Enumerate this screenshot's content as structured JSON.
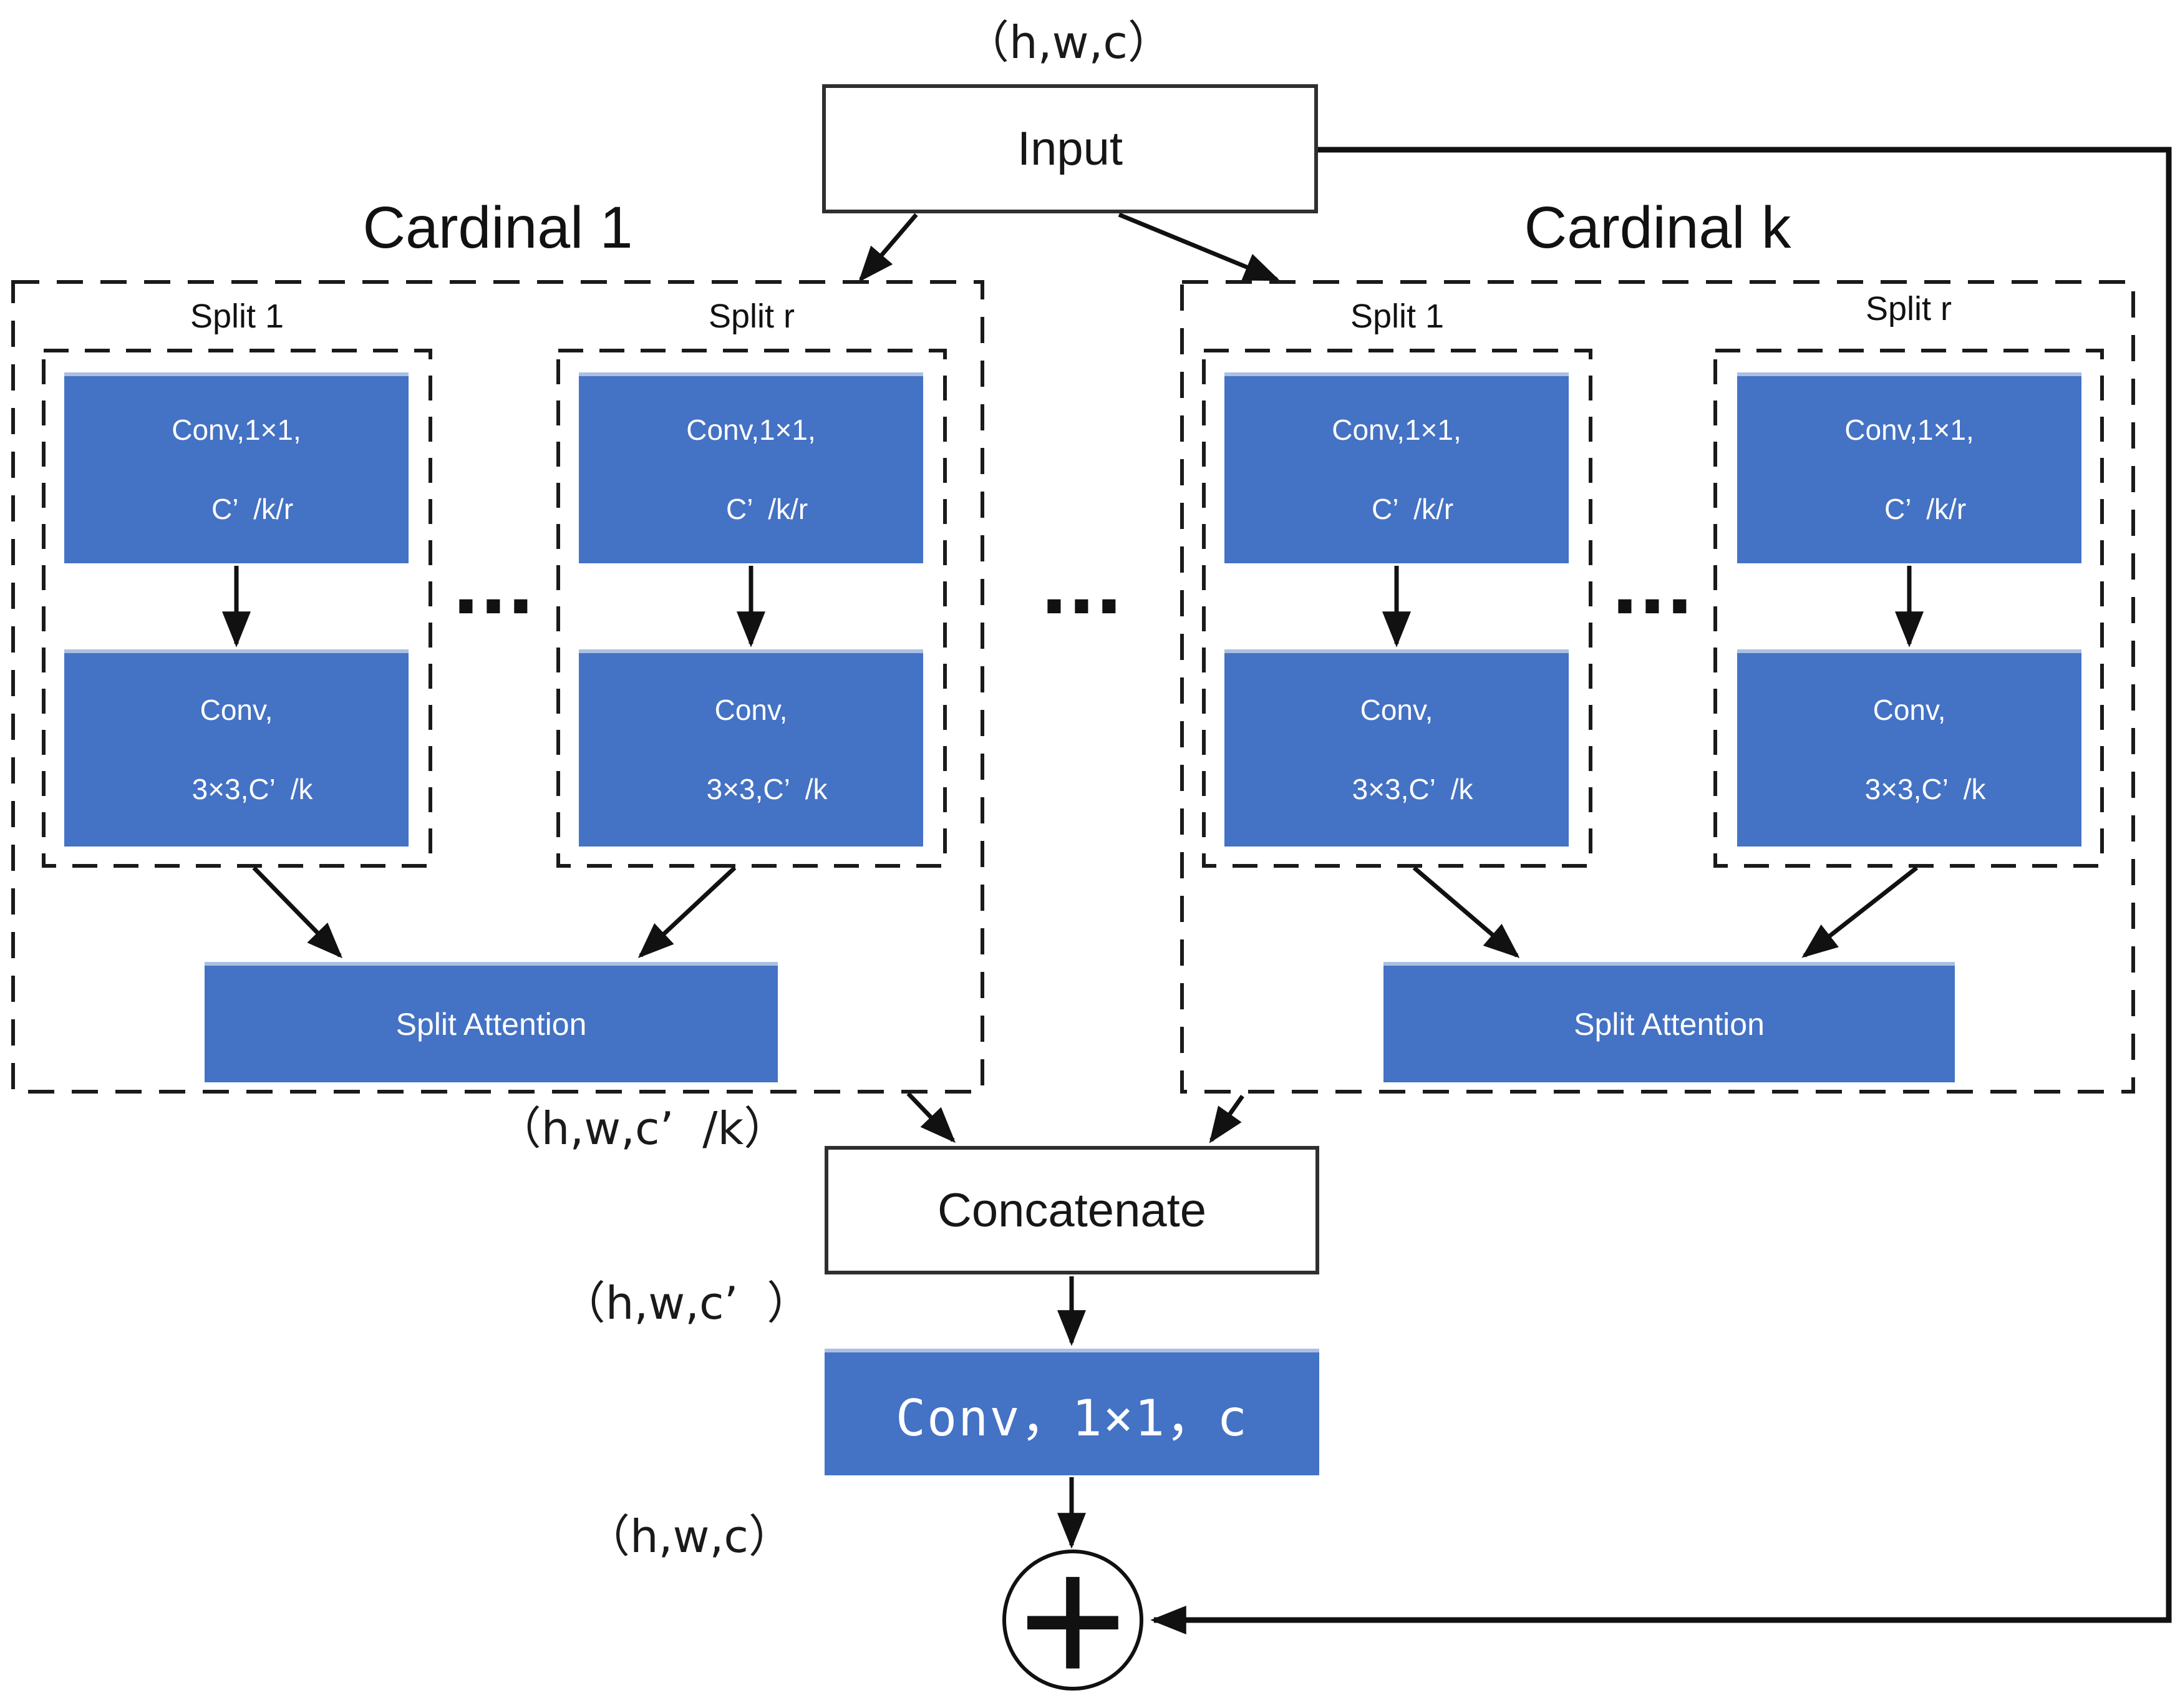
{
  "colors": {
    "accent_blue": "#4472C4",
    "line": "#1a1a1a"
  },
  "nodes": {
    "input": "Input",
    "concatenate": "Concatenate",
    "conv_1x1_c": "Conv，1×1，c",
    "plus": "+"
  },
  "labels": {
    "input_shape": "（h,w,c）",
    "cardinal_output_shape": "（h,w,c’  /k）",
    "concat_output_shape": "（h,w,c’  ）",
    "conv_output_shape": "（h,w,c）",
    "ellipsis_between_cardinals": "···"
  },
  "cardinals": [
    {
      "title": "Cardinal 1",
      "ellipsis": "···",
      "split_attention": "Split Attention",
      "splits": [
        {
          "label": "Split 1",
          "conv1_line1": "Conv,1×1,",
          "conv1_line2": "C’  /k/r",
          "conv2_line1": "Conv,",
          "conv2_line2": "3×3,C’  /k"
        },
        {
          "label": "Split r",
          "conv1_line1": "Conv,1×1,",
          "conv1_line2": "C’  /k/r",
          "conv2_line1": "Conv,",
          "conv2_line2": "3×3,C’  /k"
        }
      ]
    },
    {
      "title": "Cardinal k",
      "ellipsis": "···",
      "split_attention": "Split Attention",
      "splits": [
        {
          "label": "Split 1",
          "conv1_line1": "Conv,1×1,",
          "conv1_line2": "C’  /k/r",
          "conv2_line1": "Conv,",
          "conv2_line2": "3×3,C’  /k"
        },
        {
          "label": "Split r",
          "conv1_line1": "Conv,1×1,",
          "conv1_line2": "C’  /k/r",
          "conv2_line1": "Conv,",
          "conv2_line2": "3×3,C’  /k"
        }
      ]
    }
  ]
}
